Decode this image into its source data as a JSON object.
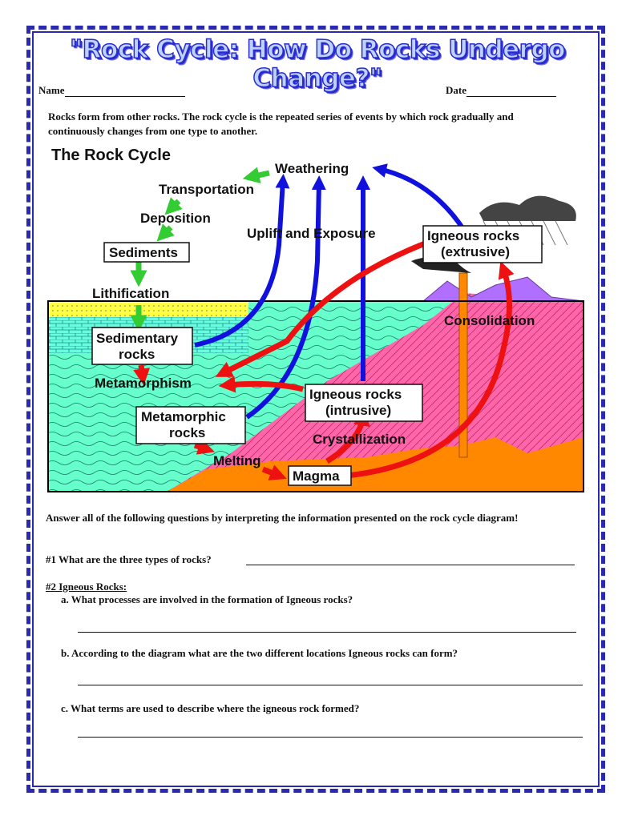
{
  "title": "\"Rock Cycle: How Do Rocks Undergo Change?\"",
  "header": {
    "name_label": "Name",
    "date_label": "Date"
  },
  "intro": "Rocks form from other rocks. The rock cycle is the repeated series of events by which rock gradually and continuously changes from one type to another.",
  "diagram": {
    "title": "The Rock Cycle",
    "labels": {
      "weathering": "Weathering",
      "transportation": "Transportation",
      "deposition": "Deposition",
      "sediments": "Sediments",
      "uplift": "Uplift and Exposure",
      "lithification": "Lithification",
      "sedimentary_1": "Sedimentary",
      "sedimentary_2": "rocks",
      "metamorphism": "Metamorphism",
      "metamorphic_1": "Metamorphic",
      "metamorphic_2": "rocks",
      "melting": "Melting",
      "magma": "Magma",
      "crystallization": "Crystallization",
      "igneous_int_1": "Igneous rocks",
      "igneous_int_2": "(intrusive)",
      "igneous_ext_1": "Igneous rocks",
      "igneous_ext_2": "(extrusive)",
      "consolidation": "Consolidation"
    },
    "colors": {
      "ocean": "#66ffcc",
      "crust": "#ff66aa",
      "magma": "#ff8800",
      "sediment": "#ffff44",
      "mountain": "#b06fff",
      "arrow_red": "#ee1111",
      "arrow_blue": "#1111dd",
      "arrow_green": "#33cc33"
    }
  },
  "instructions": "Answer all of the following questions by interpreting the information presented on the rock cycle diagram!",
  "questions": {
    "q1": "#1 What are the three types of rocks?",
    "q2_heading": "#2  Igneous Rocks:",
    "q2a": "a. What processes are involved in the formation of Igneous rocks?",
    "q2b": "b. According to the diagram what are the two different locations Igneous rocks can form?",
    "q2c": "c.  What terms are used to describe where the igneous rock formed?"
  }
}
